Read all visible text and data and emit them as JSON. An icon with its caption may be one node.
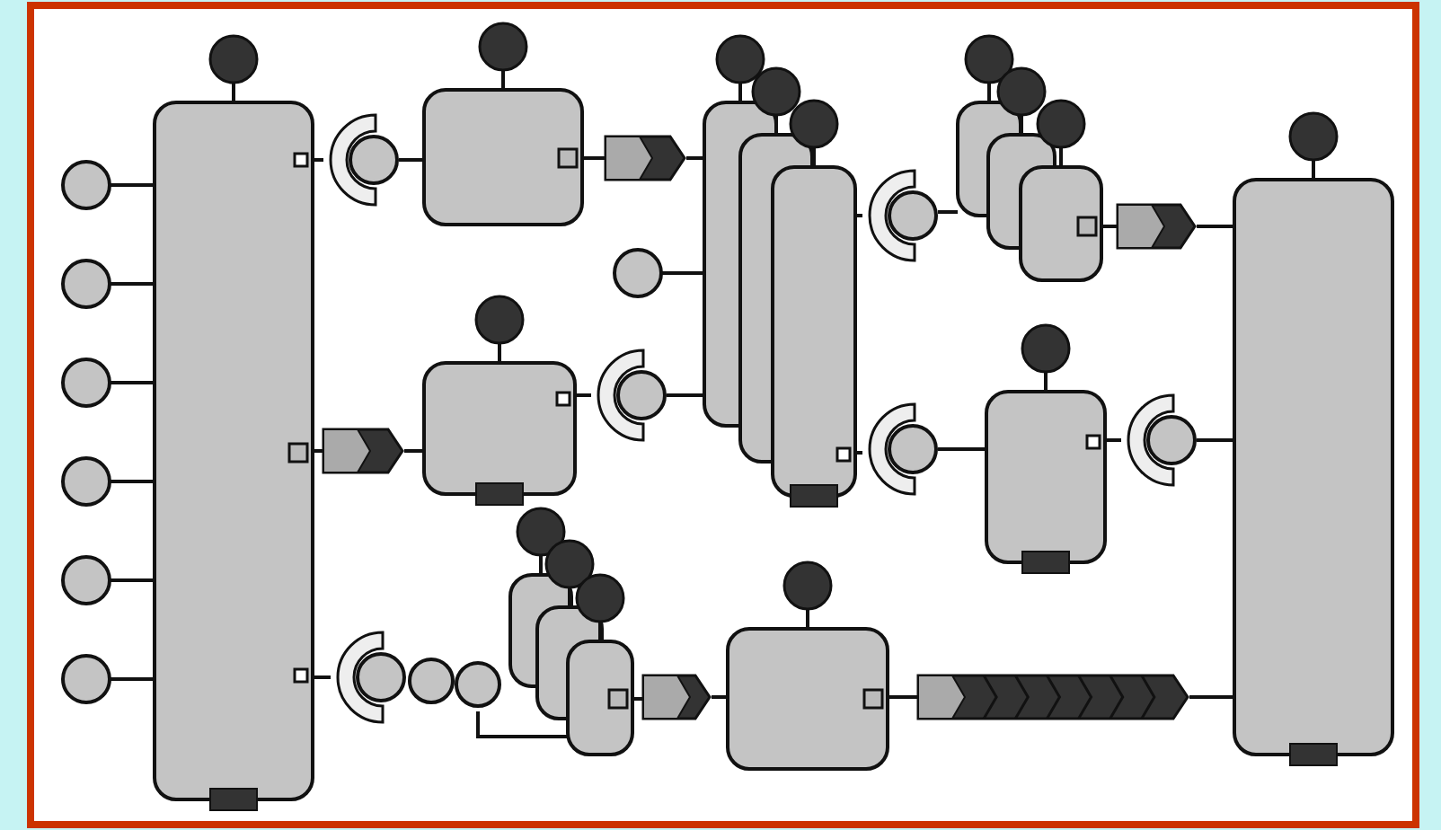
{
  "diagram": {
    "nodes": [
      {
        "text": [],
        "shape": "circle"
      },
      {
        "text": [],
        "shape": "circle"
      },
      {
        "text": [],
        "shape": "circle"
      },
      {
        "text": [],
        "shape": "circle"
      },
      {
        "text": [],
        "shape": "circle"
      },
      {
        "text": [],
        "shape": "circle"
      },
      {
        "text": [],
        "shape": "box"
      },
      {
        "text": [],
        "shape": "socket"
      },
      {
        "text": [],
        "shape": "box"
      },
      {
        "text": [],
        "shape": "chevron"
      },
      {
        "text": [],
        "shape": "box"
      },
      {
        "text": [],
        "shape": "box"
      },
      {
        "text": [],
        "shape": "box"
      },
      {
        "text": [],
        "shape": "circle"
      },
      {
        "text": [],
        "shape": "socket"
      },
      {
        "text": [],
        "shape": "chevron"
      },
      {
        "text": [],
        "shape": "box"
      },
      {
        "text": [],
        "shape": "socket"
      },
      {
        "text": [],
        "shape": "box"
      },
      {
        "text": [],
        "shape": "box"
      },
      {
        "text": [],
        "shape": "box"
      },
      {
        "text": [],
        "shape": "chevron"
      },
      {
        "text": [],
        "shape": "socket"
      },
      {
        "text": [],
        "shape": "box"
      },
      {
        "text": [],
        "shape": "socket"
      },
      {
        "text": [],
        "shape": "box"
      },
      {
        "text": [],
        "shape": "socket"
      },
      {
        "text": [],
        "shape": "circle"
      },
      {
        "text": [],
        "shape": "circle"
      },
      {
        "text": [],
        "shape": "box"
      },
      {
        "text": [],
        "shape": "box"
      },
      {
        "text": [],
        "shape": "box"
      },
      {
        "text": [],
        "shape": "chevron"
      },
      {
        "text": [],
        "shape": "box"
      },
      {
        "text": [],
        "shape": "chevron"
      }
    ],
    "edges": [
      {
        "from": 0,
        "to": 6,
        "arrow": "none"
      },
      {
        "from": 1,
        "to": 6,
        "arrow": "none"
      },
      {
        "from": 2,
        "to": 6,
        "arrow": "none"
      },
      {
        "from": 3,
        "to": 6,
        "arrow": "none"
      },
      {
        "from": 4,
        "to": 6,
        "arrow": "none"
      },
      {
        "from": 5,
        "to": 6,
        "arrow": "none"
      },
      {
        "from": 6,
        "to": 7,
        "arrow": "none"
      },
      {
        "from": 7,
        "to": 8,
        "arrow": "none"
      },
      {
        "from": 8,
        "to": 9,
        "arrow": "none"
      },
      {
        "from": 9,
        "to": 10,
        "arrow": "none"
      },
      {
        "from": 13,
        "to": 10,
        "arrow": "none"
      },
      {
        "from": 16,
        "to": 14,
        "arrow": "none"
      },
      {
        "from": 14,
        "to": 10,
        "arrow": "none"
      },
      {
        "from": 6,
        "to": 15,
        "arrow": "none"
      },
      {
        "from": 15,
        "to": 16,
        "arrow": "none"
      },
      {
        "from": 12,
        "to": 17,
        "arrow": "none"
      },
      {
        "from": 17,
        "to": 18,
        "arrow": "none"
      },
      {
        "from": 20,
        "to": 21,
        "arrow": "none"
      },
      {
        "from": 21,
        "to": 25,
        "arrow": "none"
      },
      {
        "from": 12,
        "to": 22,
        "arrow": "none"
      },
      {
        "from": 22,
        "to": 23,
        "arrow": "none"
      },
      {
        "from": 23,
        "to": 24,
        "arrow": "none"
      },
      {
        "from": 24,
        "to": 25,
        "arrow": "none"
      },
      {
        "from": 6,
        "to": 26,
        "arrow": "none"
      },
      {
        "from": 28,
        "to": 31,
        "arrow": "none"
      },
      {
        "from": 31,
        "to": 32,
        "arrow": "none"
      },
      {
        "from": 32,
        "to": 33,
        "arrow": "none"
      },
      {
        "from": 33,
        "to": 34,
        "arrow": "none"
      },
      {
        "from": 34,
        "to": 25,
        "arrow": "none"
      }
    ]
  }
}
